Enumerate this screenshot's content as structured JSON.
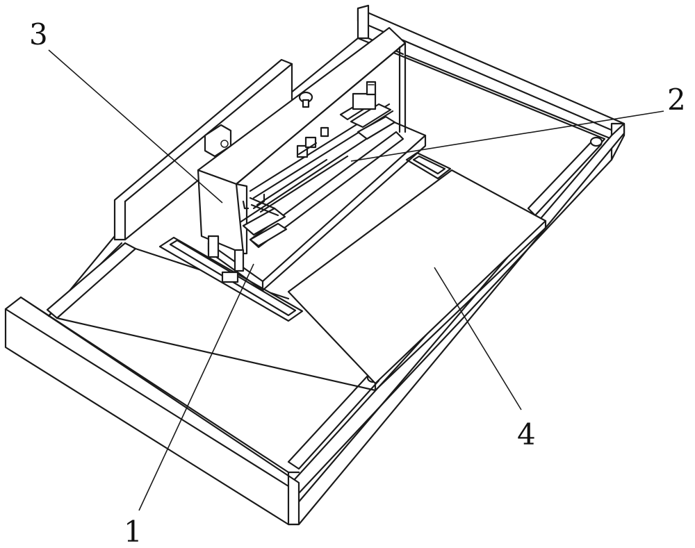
{
  "callouts": [
    {
      "id": "label-1",
      "text": "1"
    },
    {
      "id": "label-2",
      "text": "2"
    },
    {
      "id": "label-3",
      "text": "3"
    },
    {
      "id": "label-4",
      "text": "4"
    }
  ],
  "colors": {
    "line": "#1a1a1a",
    "background": "#ffffff"
  }
}
